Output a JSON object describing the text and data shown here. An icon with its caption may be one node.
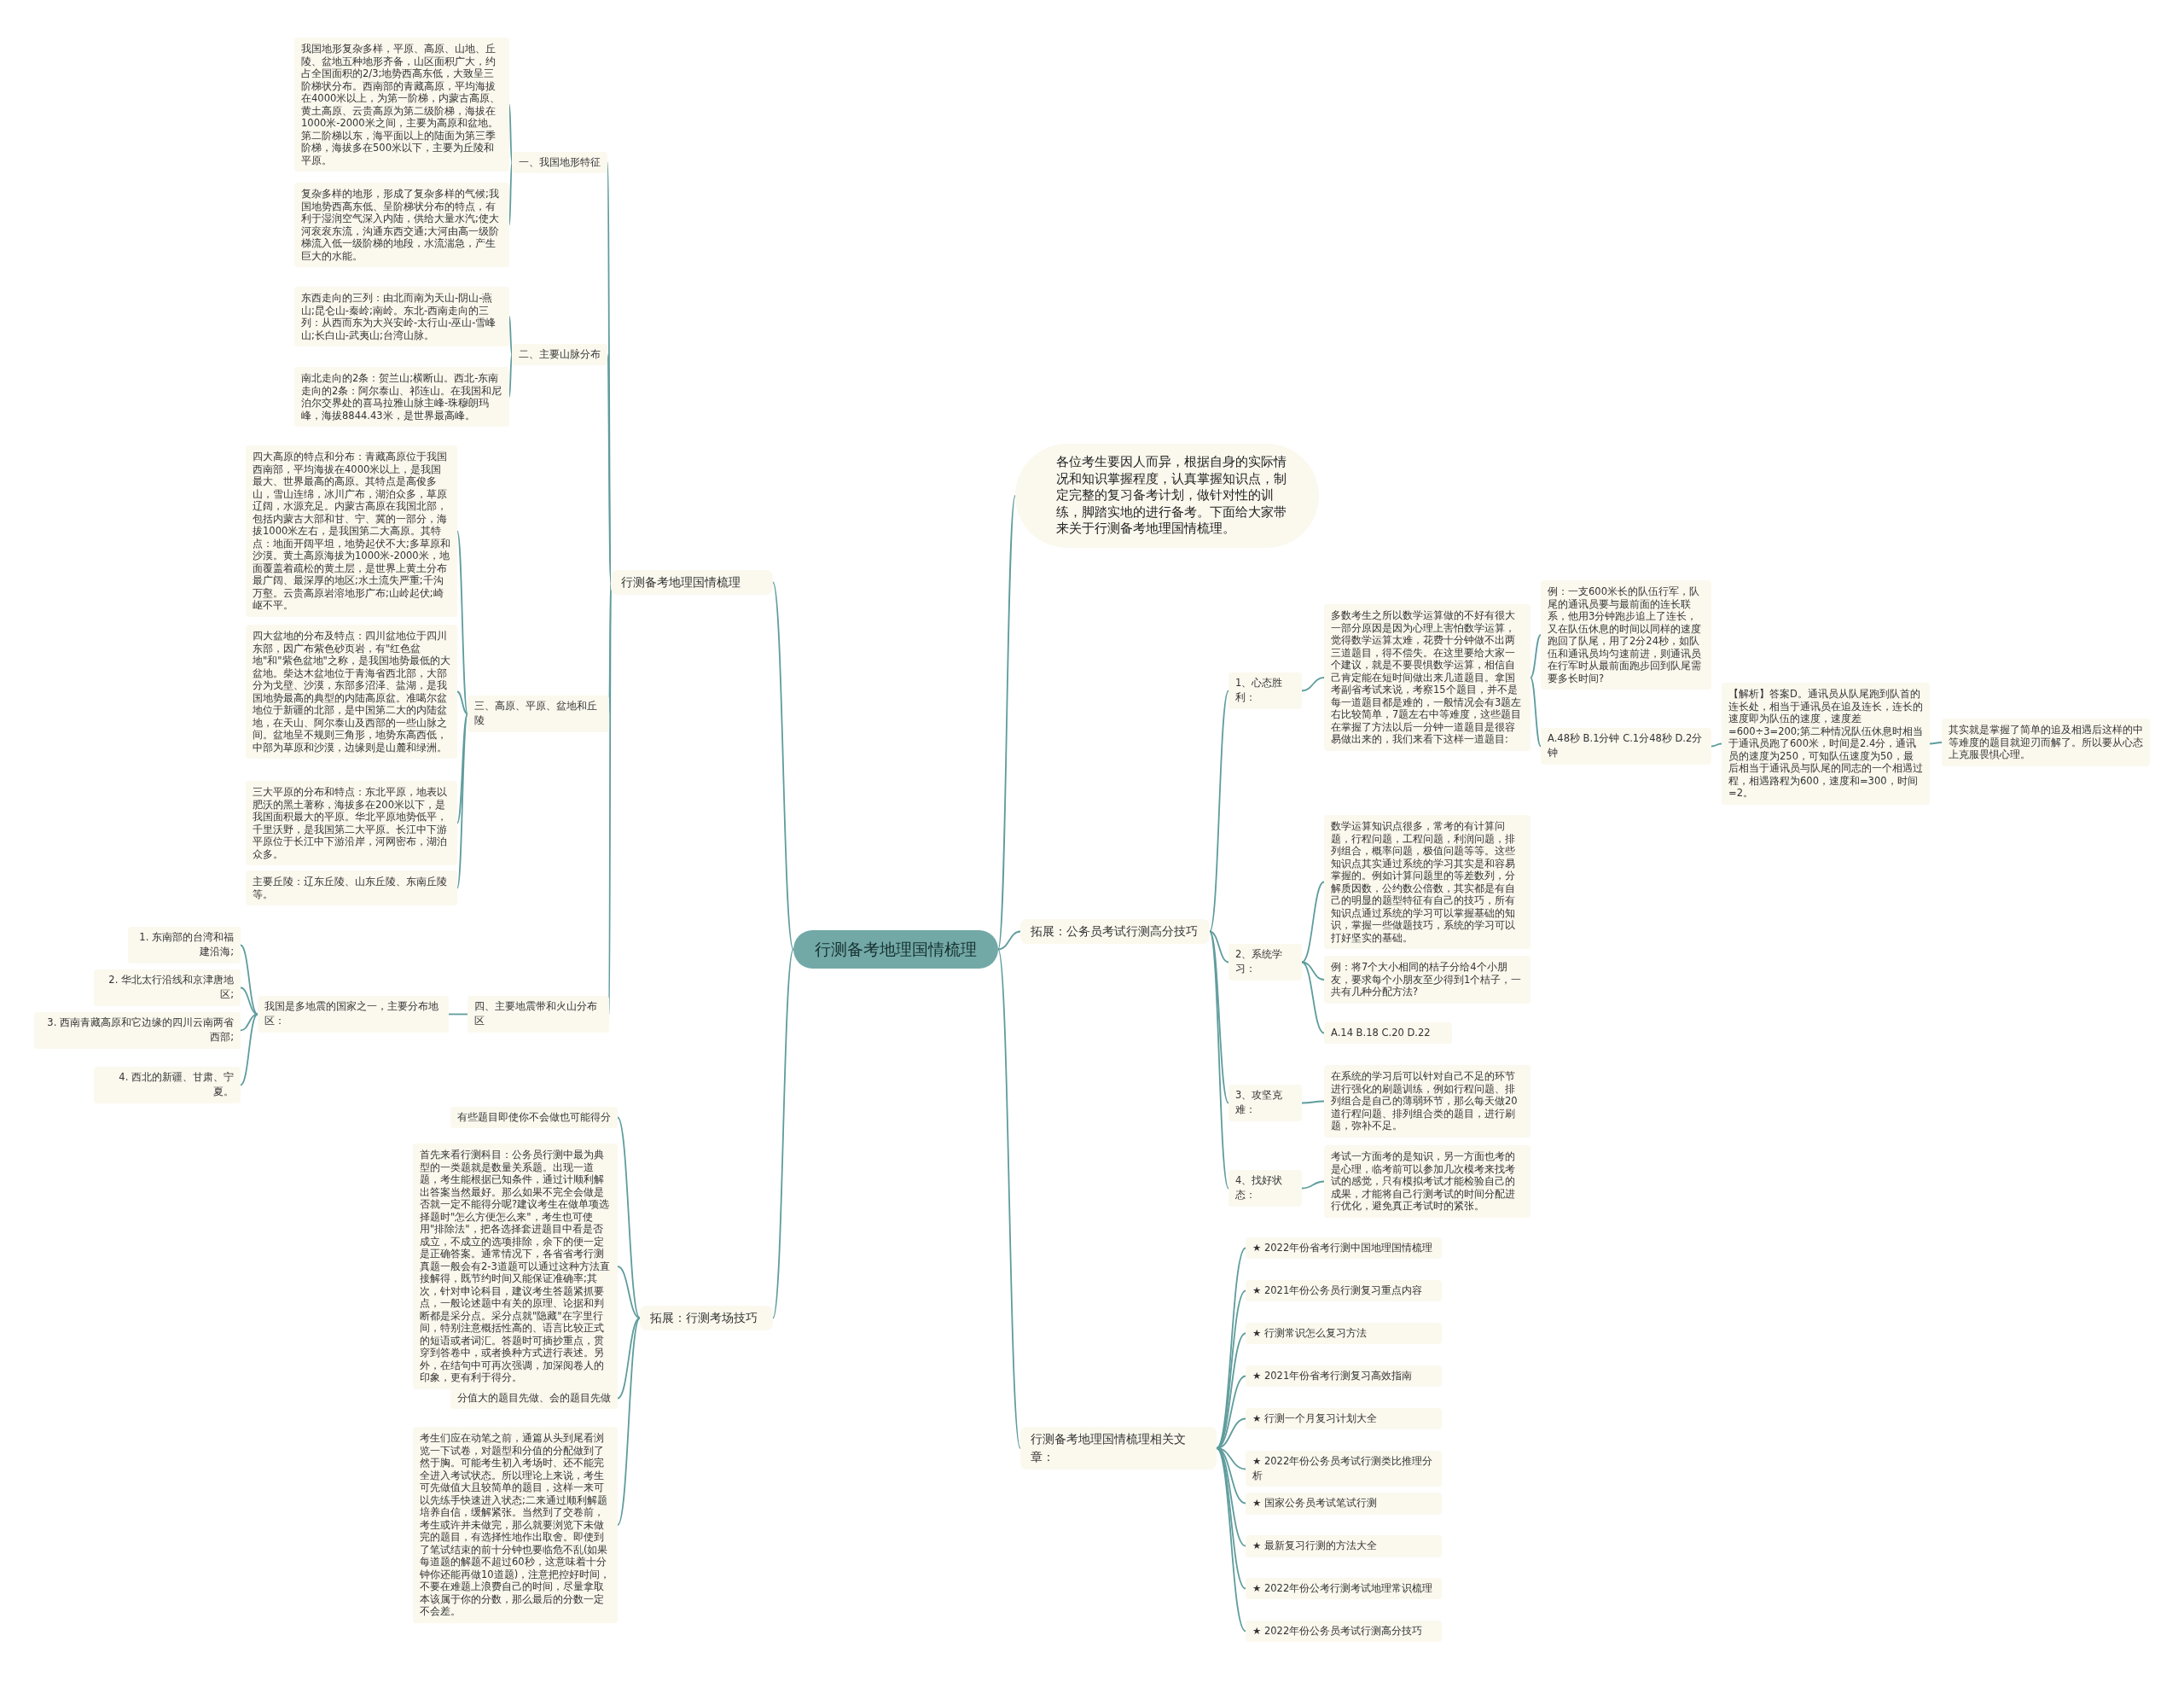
{
  "diagram": {
    "nodes": [
      {
        "text": [
          "行测备考地理国情梳理"
        ]
      },
      {
        "text": [
          "行测备考地理国情梳理"
        ]
      },
      {
        "text": [
          "一、我国地形特征"
        ]
      },
      {
        "text": [
          "我国地形复杂多样，平原、高原、山地、丘陵、盆地五种地形齐备，山区面积广大，约占全国面积的2/3;地势西高东低，大致呈三阶梯状分布。西南部的青藏高原，平均海拔在4000米以上，为第一阶梯，内蒙古高原、黄土高原、云贵高原为第二级阶梯，海拔在1000米-2000米之间，主要为高原和盆地。第二阶梯以东，海平面以上的陆面为第三季阶梯，海拔多在500米以下，主要为丘陵和平原。"
        ]
      },
      {
        "text": [
          "复杂多样的地形，形成了复杂多样的气候;我国地势西高东低、呈阶梯状分布的特点，有利于湿润空气深入内陆，供给大量水汽;使大河衮衮东流，沟通东西交通;大河由高一级阶梯流入低一级阶梯的地段，水流湍急，产生巨大的水能。"
        ]
      },
      {
        "text": [
          "二、主要山脉分布"
        ]
      },
      {
        "text": [
          "东西走向的三列：由北而南为天山-阴山-燕山;昆仑山-秦岭;南岭。东北-西南走向的三列：从西而东为大兴安岭-太行山-巫山-雪峰山;长白山-武夷山;台湾山脉。"
        ]
      },
      {
        "text": [
          "南北走向的2条：贺兰山;横断山。西北-东南走向的2条：阿尔泰山、祁连山。在我国和尼泊尔交界处的喜马拉雅山脉主峰-珠穆朗玛峰，海拔8844.43米，是世界最高峰。"
        ]
      },
      {
        "text": [
          "三、高原、平原、盆地和丘陵"
        ]
      },
      {
        "text": [
          "四大高原的特点和分布：青藏高原位于我国西南部，平均海拔在4000米以上，是我国最大、世界最高的高原。其特点是高俊多山，雪山连绵，冰川广布，湖泊众多，草原辽阔，水源充足。内蒙古高原在我国北部，包括内蒙古大部和甘、宁、冀的一部分，海拔1000米左右，是我国第二大高原。其特点：地面开阔平坦，地势起伏不大;多草原和沙漠。黄土高原海拔为1000米-2000米，地面覆盖着疏松的黄土层，是世界上黄土分布最广阔、最深厚的地区;水土流失严重;千沟万壑。云贵高原岩溶地形广布;山岭起伏;崎岖不平。"
        ]
      },
      {
        "text": [
          "四大盆地的分布及特点：四川盆地位于四川东部，因广布紫色砂页岩，有\"红色盆地\"和\"紫色盆地\"之称，是我国地势最低的大盆地。柴达木盆地位于青海省西北部，大部分为戈壁、沙漠，东部多沼泽、盐湖，是我国地势最高的典型的内陆高原盆。准噶尔盆地位于新疆的北部，是中国第二大的内陆盆地，在天山、阿尔泰山及西部的一些山脉之间。盆地呈不规则三角形，地势东高西低，中部为草原和沙漠，边缘则是山麓和绿洲。"
        ]
      },
      {
        "text": [
          "三大平原的分布和特点：东北平原，地表以肥沃的黑土著称，海拔多在200米以下，是我国面积最大的平原。华北平原地势低平，千里沃野，是我国第二大平原。长江中下游平原位于长江中下游沿岸，河网密布，湖泊众多。"
        ]
      },
      {
        "text": [
          "主要丘陵：辽东丘陵、山东丘陵、东南丘陵等。"
        ]
      },
      {
        "text": [
          "四、主要地震带和火山分布区"
        ]
      },
      {
        "text": [
          "我国是多地震的国家之一，主要分布地区："
        ]
      },
      {
        "text": [
          "1. 东南部的台湾和福建沿海;"
        ]
      },
      {
        "text": [
          "2. 华北太行沿线和京津唐地区;"
        ]
      },
      {
        "text": [
          "3. 西南青藏高原和它边缘的四川云南两省西部;"
        ]
      },
      {
        "text": [
          "4. 西北的新疆、甘肃、宁夏。"
        ]
      },
      {
        "text": [
          "拓展：行测考场技巧"
        ]
      },
      {
        "text": [
          "有些题目即使你不会做也可能得分"
        ]
      },
      {
        "text": [
          "首先来看行测科目：公务员行测中最为典型的一类题就是数量关系题。出现一道题，考生能根据已知条件，通过计顺利解出答案当然最好。那么如果不完全会做是否就一定不能得分呢?建议考生在做单项选择题时\"怎么方便怎么来\"，考生也可使用\"排除法\"，把各选择套进题目中看是否成立，不成立的选项排除，余下的便一定是正确答案。通常情况下，各省省考行测真题一般会有2-3道题可以通过这种方法直接解得，既节约时间又能保证准确率;其次，针对申论科目，建议考生答题紧抓要点，一般论述题中有关的原理、论据和判断都是采分点。采分点就\"隐藏\"在字里行间，特别注意概括性高的、语言比较正式的短语或者词汇。答题时可摘抄重点，贯穿到答卷中，或者换种方式进行表述。另外，在结句中可再次强调，加深阅卷人的印象，更有利于得分。"
        ]
      },
      {
        "text": [
          "分值大的题目先做、会的题目先做"
        ]
      },
      {
        "text": [
          "考生们应在动笔之前，通篇从头到尾看浏览一下试卷，对题型和分值的分配做到了然于胸。可能考生初入考场时、还不能完全进入考试状态。所以理论上来说，考生可先做值大且较简单的题目，这样一来可以先练手快速进入状态;二来通过顺利解题培养自信，缓解紧张。当然到了交卷前，考生或许并未做完，那么就要浏览下未做完的题目，有选择性地作出取舍。即使到了笔试结束的前十分钟也要临危不乱(如果每道题的解题不超过60秒，这意味着十分钟你还能再做10道题)，注意把控好时间，不要在难题上浪费自己的时间，尽量拿取本该属于你的分数，那么最后的分数一定不会差。"
        ]
      },
      {
        "text": [
          "各位考生要因人而异，根据自身的实际情况和知识掌握程度，认真掌握知识点，制定完整的复习备考计划，做针对性的训练，脚踏实地的进行备考。下面给大家带来关于行测备考地理国情梳理。"
        ]
      },
      {
        "text": [
          "拓展：公务员考试行测高分技巧"
        ]
      },
      {
        "text": [
          "1、心态胜利："
        ]
      },
      {
        "text": [
          "多数考生之所以数学运算做的不好有很大一部分原因是因为心理上害怕数学运算，觉得数学运算太难，花费十分钟做不出两三道题目，得不偿失。在这里要给大家一个建议，就是不要畏惧数学运算，相信自己肯定能在短时间做出来几道题目。拿国考副省考试来说，考察15个题目，并不是每一道题目都是难的，一般情况会有3题左右比较简单，7题左右中等难度，这些题目在掌握了方法以后一分钟一道题目是很容易做出来的，我们来看下这样一道题目:"
        ]
      },
      {
        "text": [
          "例：一支600米长的队伍行军，队尾的通讯员要与最前面的连长联系，他用3分钟跑步追上了连长，又在队伍休息的时间以同样的速度跑回了队尾，用了2分24秒，如队伍和通讯员均匀速前进，则通讯员在行军时从最前面跑步回到队尾需要多长时间?"
        ]
      },
      {
        "text": [
          "A.48秒 B.1分钟 C.1分48秒 D.2分钟"
        ]
      },
      {
        "text": [
          "【解析】答案D。通讯员从队尾跑到队首的连长处，相当于通讯员在追及连长，连长的速度即为队伍的速度，速度差=600÷3=200;第二种情况队伍休息时相当于通讯员跑了600米，时间是2.4分，通讯员的速度为250，可知队伍速度为50，最后相当于通讯员与队尾的同志的一个相遇过程，相遇路程为600，速度和=300，时间=2。"
        ]
      },
      {
        "text": [
          "其实就是掌握了简单的追及相遇后这样的中等难度的题目就迎刃而解了。所以要从心态上克服畏惧心理。"
        ]
      },
      {
        "text": [
          "2、系统学习："
        ]
      },
      {
        "text": [
          "数学运算知识点很多，常考的有计算问题，行程问题，工程问题，利润问题，排列组合，概率问题，极值问题等等。这些知识点其实通过系统的学习其实是和容易掌握的。例如计算问题里的等差数列，分解质因数，公约数公倍数，其实都是有自己的明显的题型特征有自己的技巧，所有知识点通过系统的学习可以掌握基础的知识，掌握一些做题技巧，系统的学习可以打好坚实的基础。"
        ]
      },
      {
        "text": [
          "例：将7个大小相同的桔子分给4个小朋友，要求每个小朋友至少得到1个桔子，一共有几种分配方法?"
        ]
      },
      {
        "text": [
          "A.14 B.18 C.20 D.22"
        ]
      },
      {
        "text": [
          "3、攻坚克难："
        ]
      },
      {
        "text": [
          "在系统的学习后可以针对自己不足的环节进行强化的刷题训练，例如行程问题、排列组合是自己的薄弱环节，那么每天做20道行程问题、排列组合类的题目，进行刷题，弥补不足。"
        ]
      },
      {
        "text": [
          "4、找好状态："
        ]
      },
      {
        "text": [
          "考试一方面考的是知识，另一方面也考的是心理，临考前可以参加几次模考来找考试的感觉，只有模拟考试才能检验自己的成果，才能将自己行测考试的时间分配进行优化，避免真正考试时的紧张。"
        ]
      },
      {
        "text": [
          "行测备考地理国情梳理相关文章："
        ]
      },
      {
        "text": [
          "★ 2022年份省考行测中国地理国情梳理"
        ]
      },
      {
        "text": [
          "★ 2021年份公务员行测复习重点内容"
        ]
      },
      {
        "text": [
          "★ 行测常识怎么复习方法"
        ]
      },
      {
        "text": [
          "★ 2021年份省考行测复习高效指南"
        ]
      },
      {
        "text": [
          "★ 行测一个月复习计划大全"
        ]
      },
      {
        "text": [
          "★ 2022年份公务员考试行测类比推理分析"
        ]
      },
      {
        "text": [
          "★ 国家公务员考试笔试行测"
        ]
      },
      {
        "text": [
          "★ 最新复习行测的方法大全"
        ]
      },
      {
        "text": [
          "★ 2022年份公考行测考试地理常识梳理"
        ]
      },
      {
        "text": [
          "★ 2022年份公务员考试行测高分技巧"
        ]
      }
    ],
    "edges": [
      {
        "from": 0,
        "to": 1,
        "arrow": "none"
      },
      {
        "from": 1,
        "to": 2,
        "arrow": "none"
      },
      {
        "from": 2,
        "to": 3,
        "arrow": "none"
      },
      {
        "from": 2,
        "to": 4,
        "arrow": "none"
      },
      {
        "from": 1,
        "to": 5,
        "arrow": "none"
      },
      {
        "from": 5,
        "to": 6,
        "arrow": "none"
      },
      {
        "from": 5,
        "to": 7,
        "arrow": "none"
      },
      {
        "from": 1,
        "to": 8,
        "arrow": "none"
      },
      {
        "from": 8,
        "to": 9,
        "arrow": "none"
      },
      {
        "from": 8,
        "to": 10,
        "arrow": "none"
      },
      {
        "from": 8,
        "to": 11,
        "arrow": "none"
      },
      {
        "from": 8,
        "to": 12,
        "arrow": "none"
      },
      {
        "from": 1,
        "to": 13,
        "arrow": "none"
      },
      {
        "from": 13,
        "to": 14,
        "arrow": "none"
      },
      {
        "from": 14,
        "to": 15,
        "arrow": "none"
      },
      {
        "from": 14,
        "to": 16,
        "arrow": "none"
      },
      {
        "from": 14,
        "to": 17,
        "arrow": "none"
      },
      {
        "from": 14,
        "to": 18,
        "arrow": "none"
      },
      {
        "from": 0,
        "to": 19,
        "arrow": "none"
      },
      {
        "from": 19,
        "to": 20,
        "arrow": "none"
      },
      {
        "from": 19,
        "to": 21,
        "arrow": "none"
      },
      {
        "from": 19,
        "to": 22,
        "arrow": "none"
      },
      {
        "from": 19,
        "to": 23,
        "arrow": "none"
      },
      {
        "from": 0,
        "to": 24,
        "arrow": "none"
      },
      {
        "from": 0,
        "to": 25,
        "arrow": "none"
      },
      {
        "from": 25,
        "to": 26,
        "arrow": "none"
      },
      {
        "from": 26,
        "to": 27,
        "arrow": "none"
      },
      {
        "from": 27,
        "to": 28,
        "arrow": "none"
      },
      {
        "from": 27,
        "to": 29,
        "arrow": "none"
      },
      {
        "from": 29,
        "to": 30,
        "arrow": "none"
      },
      {
        "from": 30,
        "to": 31,
        "arrow": "none"
      },
      {
        "from": 25,
        "to": 32,
        "arrow": "none"
      },
      {
        "from": 32,
        "to": 33,
        "arrow": "none"
      },
      {
        "from": 32,
        "to": 34,
        "arrow": "none"
      },
      {
        "from": 32,
        "to": 35,
        "arrow": "none"
      },
      {
        "from": 25,
        "to": 36,
        "arrow": "none"
      },
      {
        "from": 36,
        "to": 37,
        "arrow": "none"
      },
      {
        "from": 25,
        "to": 38,
        "arrow": "none"
      },
      {
        "from": 38,
        "to": 39,
        "arrow": "none"
      },
      {
        "from": 0,
        "to": 40,
        "arrow": "none"
      },
      {
        "from": 40,
        "to": 41,
        "arrow": "none"
      },
      {
        "from": 40,
        "to": 42,
        "arrow": "none"
      },
      {
        "from": 40,
        "to": 43,
        "arrow": "none"
      },
      {
        "from": 40,
        "to": 44,
        "arrow": "none"
      },
      {
        "from": 40,
        "to": 45,
        "arrow": "none"
      },
      {
        "from": 40,
        "to": 46,
        "arrow": "none"
      },
      {
        "from": 40,
        "to": 47,
        "arrow": "none"
      },
      {
        "from": 40,
        "to": 48,
        "arrow": "none"
      },
      {
        "from": 40,
        "to": 49,
        "arrow": "none"
      },
      {
        "from": 40,
        "to": 50,
        "arrow": "none"
      }
    ]
  }
}
